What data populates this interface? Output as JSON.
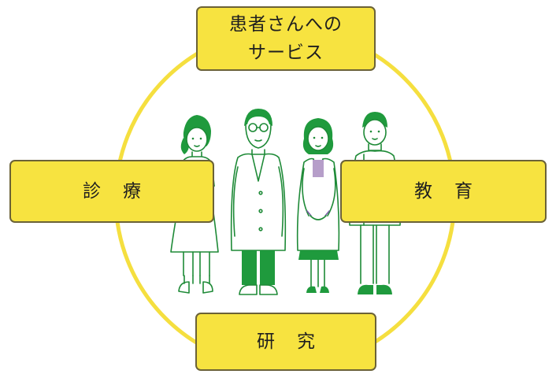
{
  "diagram": {
    "top": {
      "lines": [
        "患者さんへの",
        "サービス"
      ]
    },
    "left": {
      "label": "診療"
    },
    "right": {
      "label": "教育"
    },
    "bottom": {
      "label": "研究"
    }
  },
  "colors": {
    "ring": "#f5df3f",
    "box_fill": "#f7e340",
    "box_border": "#6b6237",
    "accent_green": "#1f9a3d",
    "outline": "#1e8a37",
    "clipboard": "#f3c417"
  },
  "figures": [
    "nurse-figure",
    "doctor-figure",
    "female-doctor-figure",
    "technician-figure"
  ]
}
